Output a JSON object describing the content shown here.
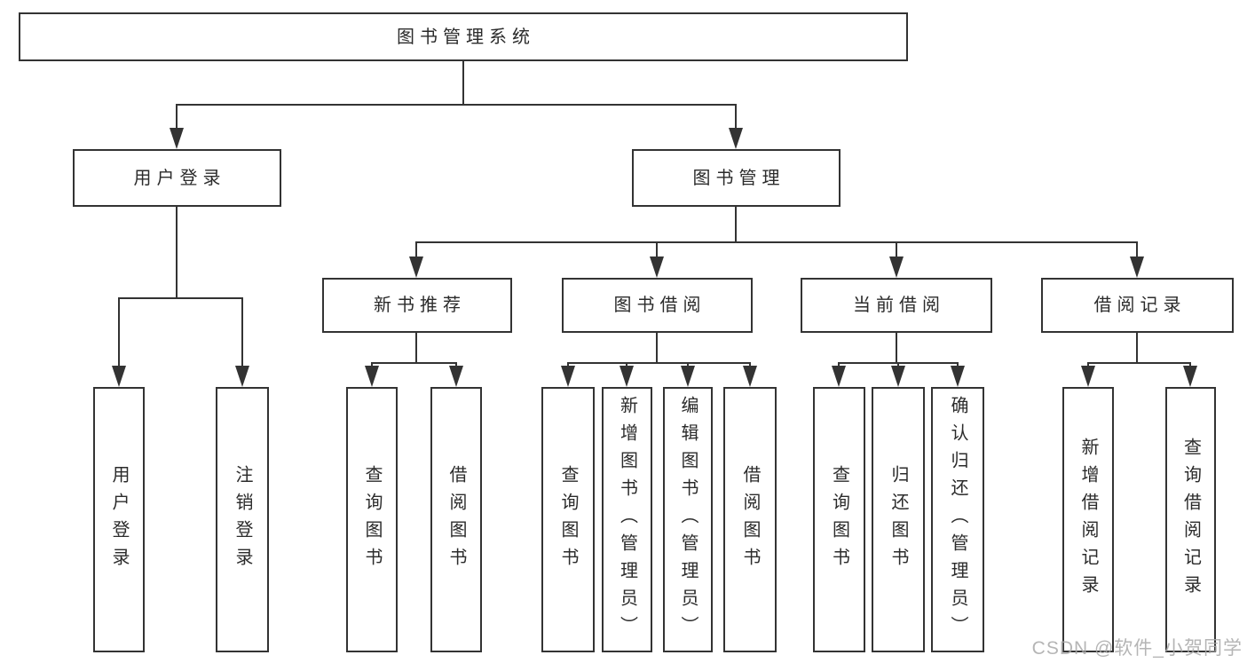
{
  "tree": {
    "label": "图书管理系统",
    "children": [
      {
        "label": "用户登录",
        "children": [
          {
            "label": "用户登录"
          },
          {
            "label": "注销登录"
          }
        ]
      },
      {
        "label": "图书管理",
        "children": [
          {
            "label": "新书推荐",
            "children": [
              {
                "label": "查询图书"
              },
              {
                "label": "借阅图书"
              }
            ]
          },
          {
            "label": "图书借阅",
            "children": [
              {
                "label": "查询图书"
              },
              {
                "label": "新增图书（管理员）"
              },
              {
                "label": "编辑图书（管理员）"
              },
              {
                "label": "借阅图书"
              }
            ]
          },
          {
            "label": "当前借阅",
            "children": [
              {
                "label": "查询图书"
              },
              {
                "label": "归还图书"
              },
              {
                "label": "确认归还（管理员）"
              }
            ]
          },
          {
            "label": "借阅记录",
            "children": [
              {
                "label": "新增借阅记录"
              },
              {
                "label": "查询借阅记录"
              }
            ]
          }
        ]
      }
    ]
  },
  "watermark": {
    "text": "CSDN @软件_小贺同学"
  },
  "colors": {
    "line": "#333333",
    "text": "#2b2b2b",
    "background": "#ffffff",
    "watermark": "#a9a9a9"
  }
}
